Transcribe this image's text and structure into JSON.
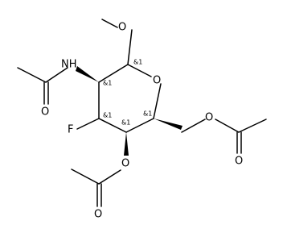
{
  "molecule": {
    "atoms": {
      "ring_oxygen": "O",
      "methoxy_oxygen": "O",
      "amide_nitrogen": "NH",
      "amide_oxygen": "O",
      "fluorine": "F",
      "c6_ester_oxygen": "O",
      "c6_carbonyl_oxygen": "O",
      "c4_ester_oxygen": "O",
      "c4_carbonyl_oxygen": "O"
    },
    "stereo_labels": {
      "c1": "&1",
      "c2": "&1",
      "c3": "&1",
      "c4": "&1",
      "c5": "&1"
    }
  }
}
